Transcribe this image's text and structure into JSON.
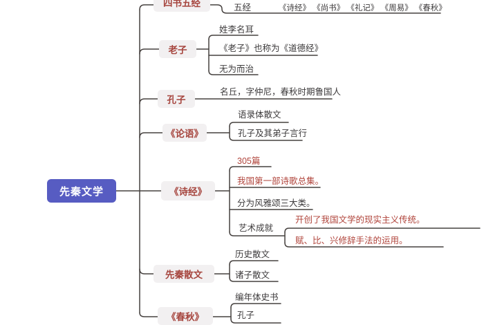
{
  "diagram": {
    "title": "先秦文学知识导图",
    "root": {
      "label": "先秦文学"
    },
    "branches": [
      {
        "label": "四书五经",
        "children": [
          {
            "label": "五经",
            "children": [
              {
                "label": "《诗经》 《尚书》 《礼记》 《周易》 《春秋》"
              }
            ]
          }
        ]
      },
      {
        "label": "老子",
        "children": [
          {
            "label": "姓李名耳"
          },
          {
            "label": "《老子》也称为《道德经》"
          },
          {
            "label": "无为而治"
          }
        ]
      },
      {
        "label": "孔子",
        "children": [
          {
            "label": "名丘，字仲尼，春秋时期鲁国人"
          }
        ]
      },
      {
        "label": "《论语》",
        "children": [
          {
            "label": "语录体散文"
          },
          {
            "label": "孔子及其弟子言行"
          }
        ]
      },
      {
        "label": "《诗经》",
        "children": [
          {
            "label": "305篇",
            "highlight": true
          },
          {
            "label": "我国第一部诗歌总集。",
            "highlight": true
          },
          {
            "label": "分为风雅颂三大类。"
          },
          {
            "label": "艺术成就",
            "children": [
              {
                "label": "开创了我国文学的现实主义传统。",
                "highlight": true
              },
              {
                "label": "赋、比、兴修辞手法的运用。",
                "highlight": true
              }
            ]
          }
        ]
      },
      {
        "label": "先秦散文",
        "children": [
          {
            "label": "历史散文"
          },
          {
            "label": "诸子散文"
          }
        ]
      },
      {
        "label": "《春秋》",
        "children": [
          {
            "label": "编年体史书"
          },
          {
            "label": "孔子"
          }
        ]
      }
    ],
    "colors": {
      "root_bg": "#575cc2",
      "root_text": "#ffffff",
      "branch_bg": "#f2f0f1",
      "branch_text": "#a6453e",
      "text": "#3c3a3b",
      "highlight_text": "#b0443b",
      "line": "#45403e"
    }
  }
}
